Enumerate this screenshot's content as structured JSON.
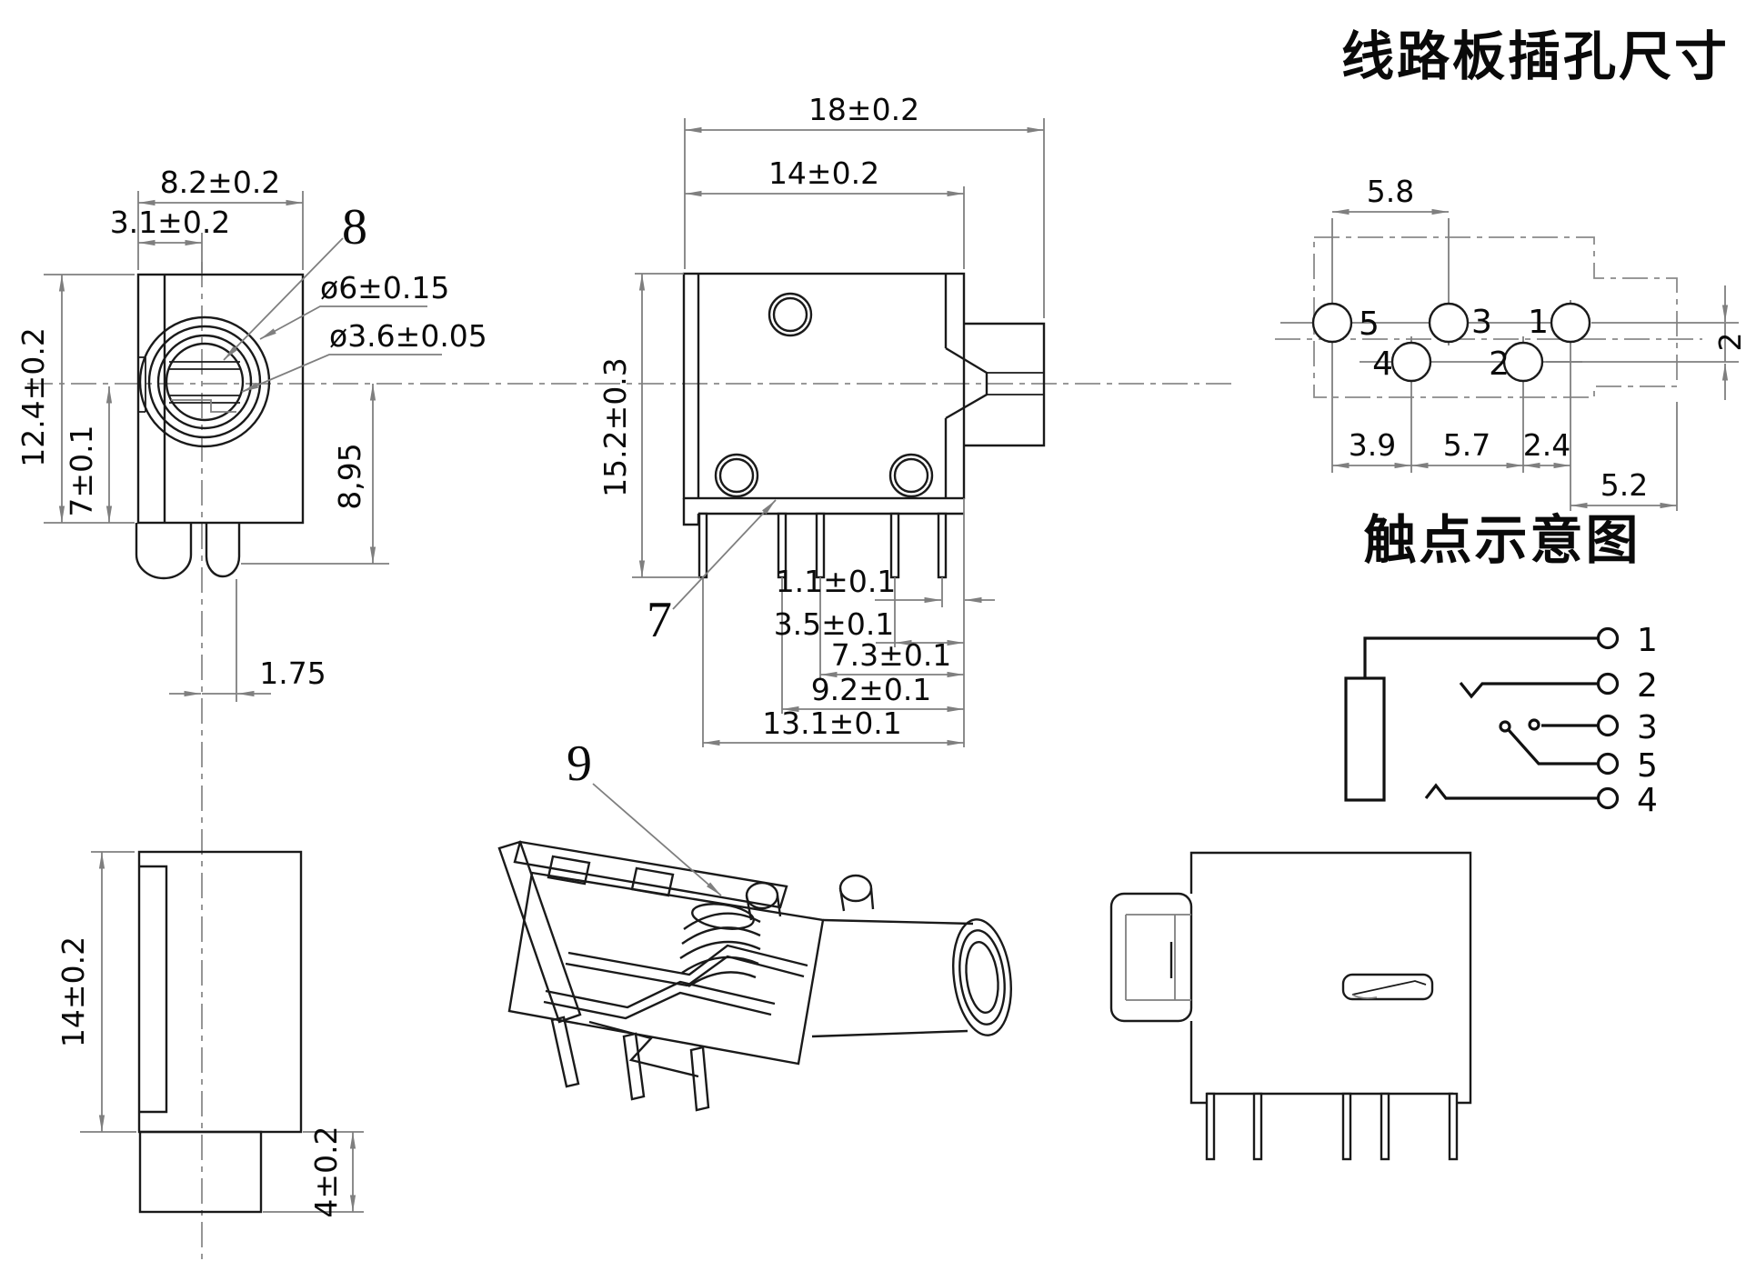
{
  "title": "线路板插孔尺寸",
  "contact_title": "触点示意图",
  "colors": {
    "line": "#1a1a1a",
    "dim": "#7f7f7f",
    "text": "#0a0a0a"
  },
  "front_view": {
    "part_label": "8",
    "dim_width": "8.2±0.2",
    "dim_offset": "3.1±0.2",
    "dim_height": "12.4±0.2",
    "dim_center_bottom": "7±0.1",
    "dim_pin_depth": "8,95",
    "dim_pin_pitch": "1.75",
    "dim_outer_dia": "ø6±0.15",
    "dim_inner_dia": "ø3.6±0.05"
  },
  "side_view": {
    "part_label": "7",
    "dim_total_width": "18±0.2",
    "dim_body_width": "14±0.2",
    "dim_height": "15.2±0.3",
    "dim_pin_a": "1.1±0.1",
    "dim_pin_b": "3.5±0.1",
    "dim_pin_c": "7.3±0.1",
    "dim_pin_d": "9.2±0.1",
    "dim_pin_e": "13.1±0.1"
  },
  "pcb_view": {
    "dim_top": "5.8",
    "dim_row_gap": "2",
    "dim_a": "3.9",
    "dim_b": "5.7",
    "dim_c": "2.4",
    "dim_d": "5.2",
    "hole_labels": [
      "5",
      "3",
      "1",
      "4",
      "2"
    ]
  },
  "contact_diagram": {
    "terminal_labels": [
      "1",
      "2",
      "3",
      "5",
      "4"
    ]
  },
  "bottom_view": {
    "dim_height": "14±0.2",
    "dim_barrel": "4±0.2"
  },
  "perspective_view": {
    "part_label": "9"
  }
}
